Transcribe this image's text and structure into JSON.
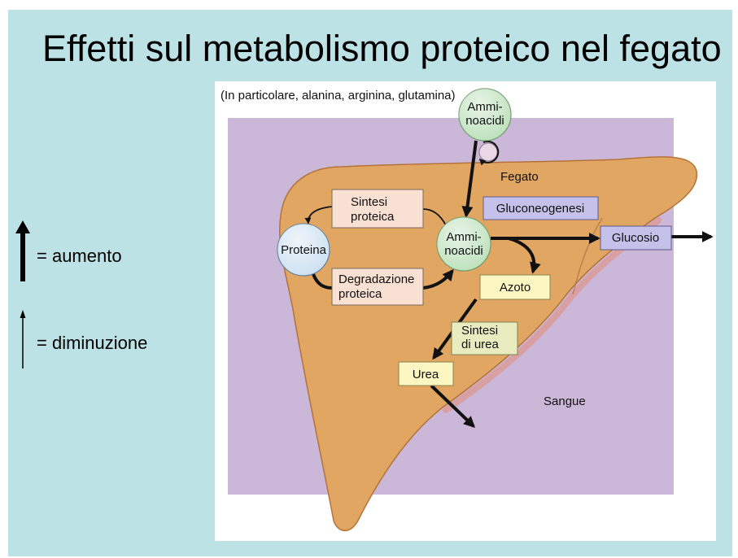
{
  "slide": {
    "title": "Effetti sul metabolismo proteico nel fegato"
  },
  "legend": {
    "increase": {
      "label": "= aumento",
      "icon": "thick-up-arrow"
    },
    "decrease": {
      "label": "= diminuzione",
      "icon": "thin-up-arrow"
    }
  },
  "diagram": {
    "note": "(In particolare, alanina, arginina, glutamina)",
    "organ_label": "Fegato",
    "blood_label": "Sangue",
    "nodes": {
      "amino_acids_input": {
        "lines": [
          "Ammi-",
          "noacidi"
        ]
      },
      "amino_acids_liver": {
        "lines": [
          "Ammi-",
          "noacidi"
        ]
      },
      "protein": {
        "label": "Proteina"
      },
      "protein_synthesis": {
        "lines": [
          "Sintesi",
          "proteica"
        ]
      },
      "protein_degradation": {
        "lines": [
          "Degradazione",
          "proteica"
        ]
      },
      "gluconeogenesis": {
        "label": "Gluconeogenesi"
      },
      "glucose": {
        "label": "Glucosio"
      },
      "nitrogen": {
        "label": "Azoto"
      },
      "urea_synthesis": {
        "lines": [
          "Sintesi",
          "di urea"
        ]
      },
      "urea": {
        "label": "Urea"
      }
    }
  },
  "colors": {
    "slide_background": "#bde2e5",
    "panel": "#ffffff",
    "blood": "#cbb7d8",
    "liver": "#e0a662",
    "liver_edge": "#b4733a",
    "liver_rim": "#d9a0a4",
    "amino_acid_node": "#bfe2bd",
    "protein_node": "#cfe2f2",
    "recycle_node": "#ead6e4",
    "synthesis_box": "#f8e1d2",
    "glucose_box": "#c4c2ea",
    "nitrogen_box": "#fcf6c2",
    "urea_synthesis_box": "#e8ecbf",
    "arrow": "#111111"
  }
}
